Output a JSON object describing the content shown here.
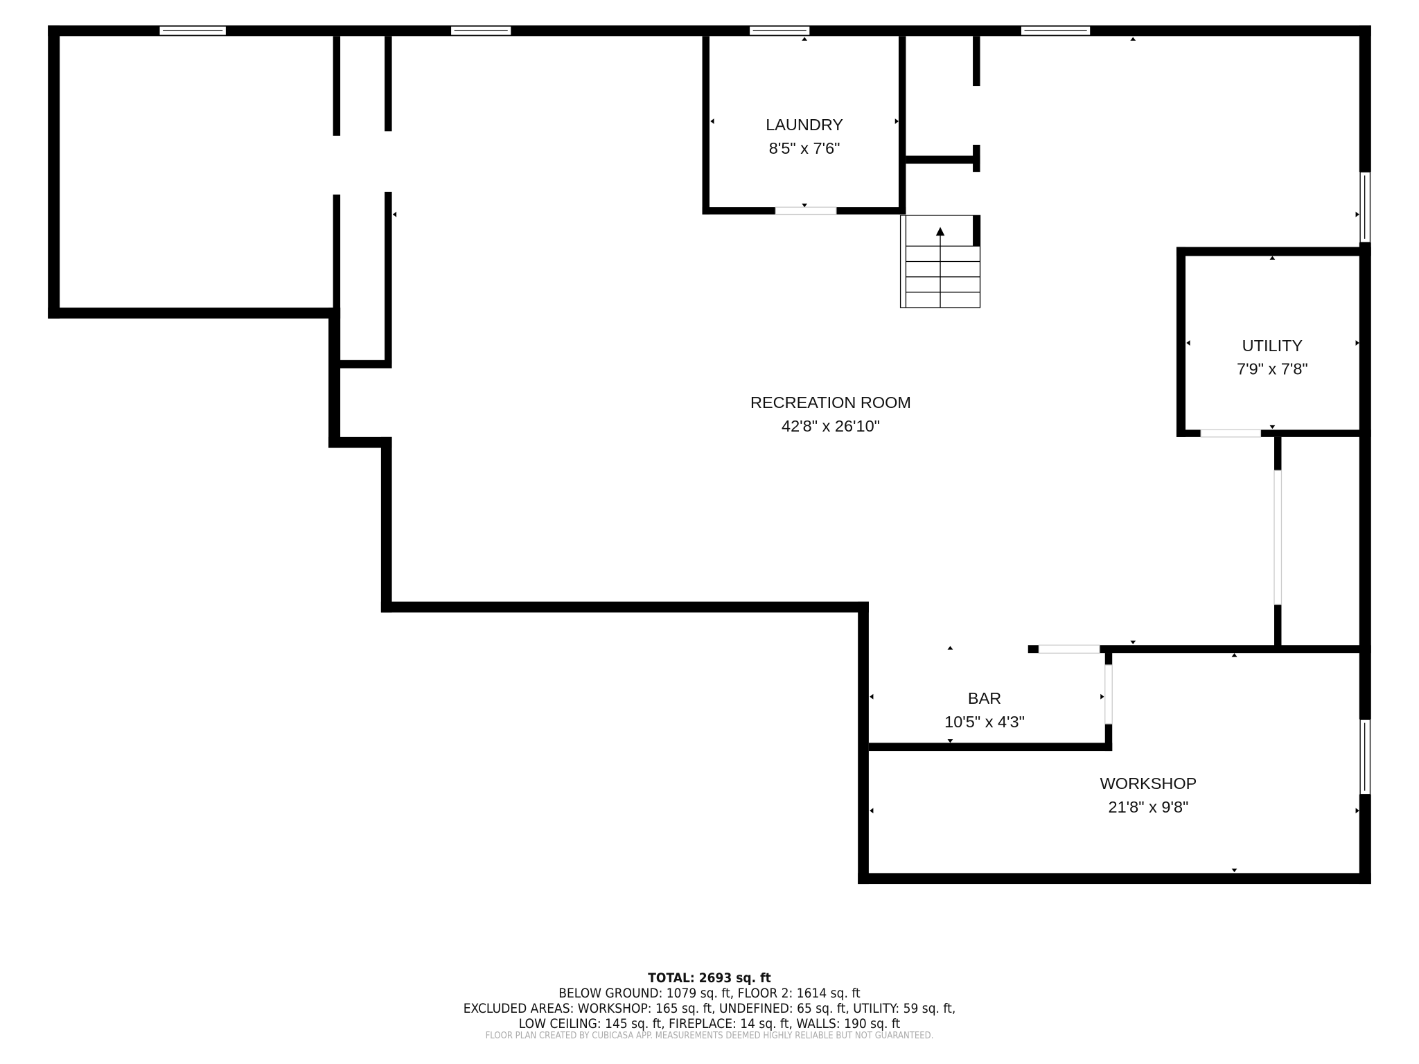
{
  "rooms": [
    {
      "name": "LAUNDRY",
      "dims": "8'5\" x 7'6\""
    },
    {
      "name": "RECREATION ROOM",
      "dims": "42'8\" x 26'10\""
    },
    {
      "name": "UTILITY",
      "dims": "7'9\" x 7'8\""
    },
    {
      "name": "BAR",
      "dims": "10'5\" x 4'3\""
    },
    {
      "name": "WORKSHOP",
      "dims": "21'8\" x 9'8\""
    }
  ],
  "footer": {
    "total": "TOTAL: 2693 sq. ft",
    "line1": "BELOW GROUND: 1079 sq. ft, FLOOR 2: 1614 sq. ft",
    "line2": "EXCLUDED AREAS: WORKSHOP: 165 sq. ft, UNDEFINED: 65 sq. ft, UTILITY: 59 sq. ft,",
    "line3": "LOW CEILING: 145 sq. ft, FIREPLACE: 14 sq. ft, WALLS: 190 sq. ft",
    "disclaimer": "FLOOR PLAN CREATED BY CUBICASA APP. MEASUREMENTS DEEMED HIGHLY RELIABLE BUT NOT GUARANTEED."
  }
}
